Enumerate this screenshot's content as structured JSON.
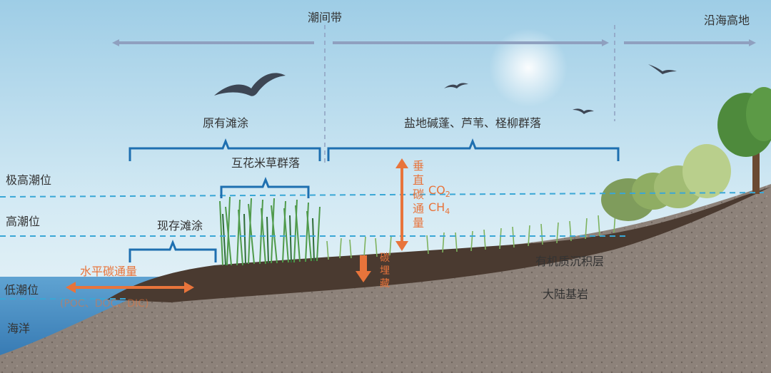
{
  "zones": {
    "intertidal": "潮间带",
    "coastal_upland": "沿海高地"
  },
  "communities": {
    "original_flat": "原有滩涂",
    "upper": "盐地碱蓬、芦苇、柽柳群落",
    "spartina": "互花米草群落",
    "current_flat": "现存滩涂"
  },
  "tide_levels": {
    "extreme_high": "极高潮位",
    "high": "高潮位",
    "low": "低潮位"
  },
  "areas": {
    "ocean": "海洋",
    "sediment": "有机质沉积层",
    "bedrock": "大陆基岩"
  },
  "fluxes": {
    "horizontal": "水平碳通量",
    "horizontal_species": "(POC、DOC、DIC)",
    "vertical": [
      "垂",
      "直",
      "碳",
      "通",
      "量"
    ],
    "gas1": "CO",
    "gas1_sub": "2",
    "gas2": "CH",
    "gas2_sub": "4",
    "burial": [
      "碳",
      "埋",
      "藏"
    ]
  },
  "colors": {
    "zone_arrow": "#8fa0bf",
    "bracket": "#1e6fb0",
    "tide_line": "#3aa7d6",
    "flux": "#e8743b",
    "text": "#333333",
    "sediment": "#4a3a30",
    "bedrock": "#8a7f76",
    "sea": "#3f86bf"
  }
}
